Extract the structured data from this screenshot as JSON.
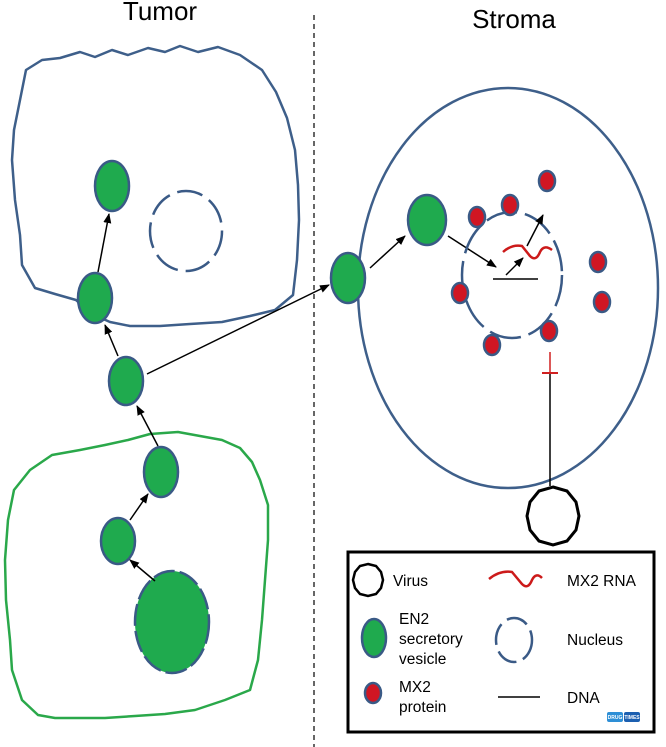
{
  "titles": {
    "tumor": "Tumor",
    "stroma": "Stroma"
  },
  "legend": {
    "virus": "Virus",
    "mx2_rna": "MX2 RNA",
    "en2_line1": "EN2",
    "en2_line2": "secretory",
    "en2_line3": "vesicle",
    "nucleus": "Nucleus",
    "mx2_line1": "MX2",
    "mx2_line2": "protein",
    "dna": "DNA"
  },
  "watermark": {
    "brand_left": "DRUG",
    "brand_right": "TIMES"
  },
  "colors": {
    "tumor_cell_outline": "#3e5f8a",
    "green_cell_outline": "#2aa84a",
    "vesicle_fill": "#1faa4e",
    "vesicle_outline": "#3a5a86",
    "stroma_cell_outline": "#3e5f8a",
    "mx2_protein_fill": "#d01623",
    "mx2_rna": "#cc1a1a",
    "inhibition": "#d02020",
    "arrow": "#000000"
  }
}
